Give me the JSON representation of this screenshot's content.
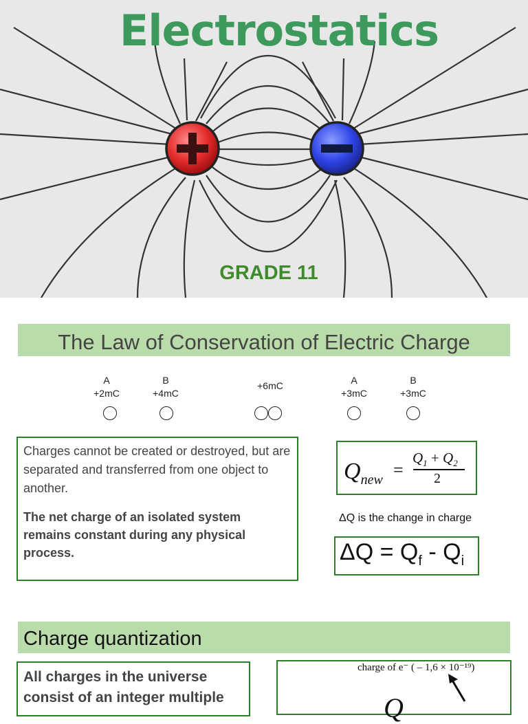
{
  "banner": {
    "title": "Electrostatics",
    "grade": "GRADE 11",
    "positive_symbol": "+",
    "negative_symbol": "−"
  },
  "section1": {
    "heading": "The Law of Conservation of Electric Charge",
    "before": [
      {
        "label": "A",
        "charge": "+2mC"
      },
      {
        "label": "B",
        "charge": "+4mC"
      }
    ],
    "contact": {
      "charge": "+6mC"
    },
    "after": [
      {
        "label": "A",
        "charge": "+3mC"
      },
      {
        "label": "B",
        "charge": "+3mC"
      }
    ],
    "paragraph1": "Charges cannot be created or destroyed, but are separated and transferred from one object to another.",
    "paragraph2": "The net charge of an isolated system remains constant during any physical process.",
    "formula_new": {
      "lhs": "Q",
      "lhs_sub": "new",
      "num": "Q",
      "num_sub1": "1",
      "plus": " + ",
      "num2": "Q",
      "num_sub2": "2",
      "den": "2"
    },
    "delta_note": "ΔQ is the change in charge",
    "formula_delta": {
      "main": "ΔQ = Q",
      "sub_f": "f",
      "mid": " - Q",
      "sub_i": "i"
    }
  },
  "section2": {
    "heading": "Charge quantization",
    "paragraph": "All charges in the universe consist of an integer multiple",
    "electron_note": "charge of e⁻ ( – 1,6 × 10⁻¹⁹)",
    "formula_partial": "Q"
  }
}
